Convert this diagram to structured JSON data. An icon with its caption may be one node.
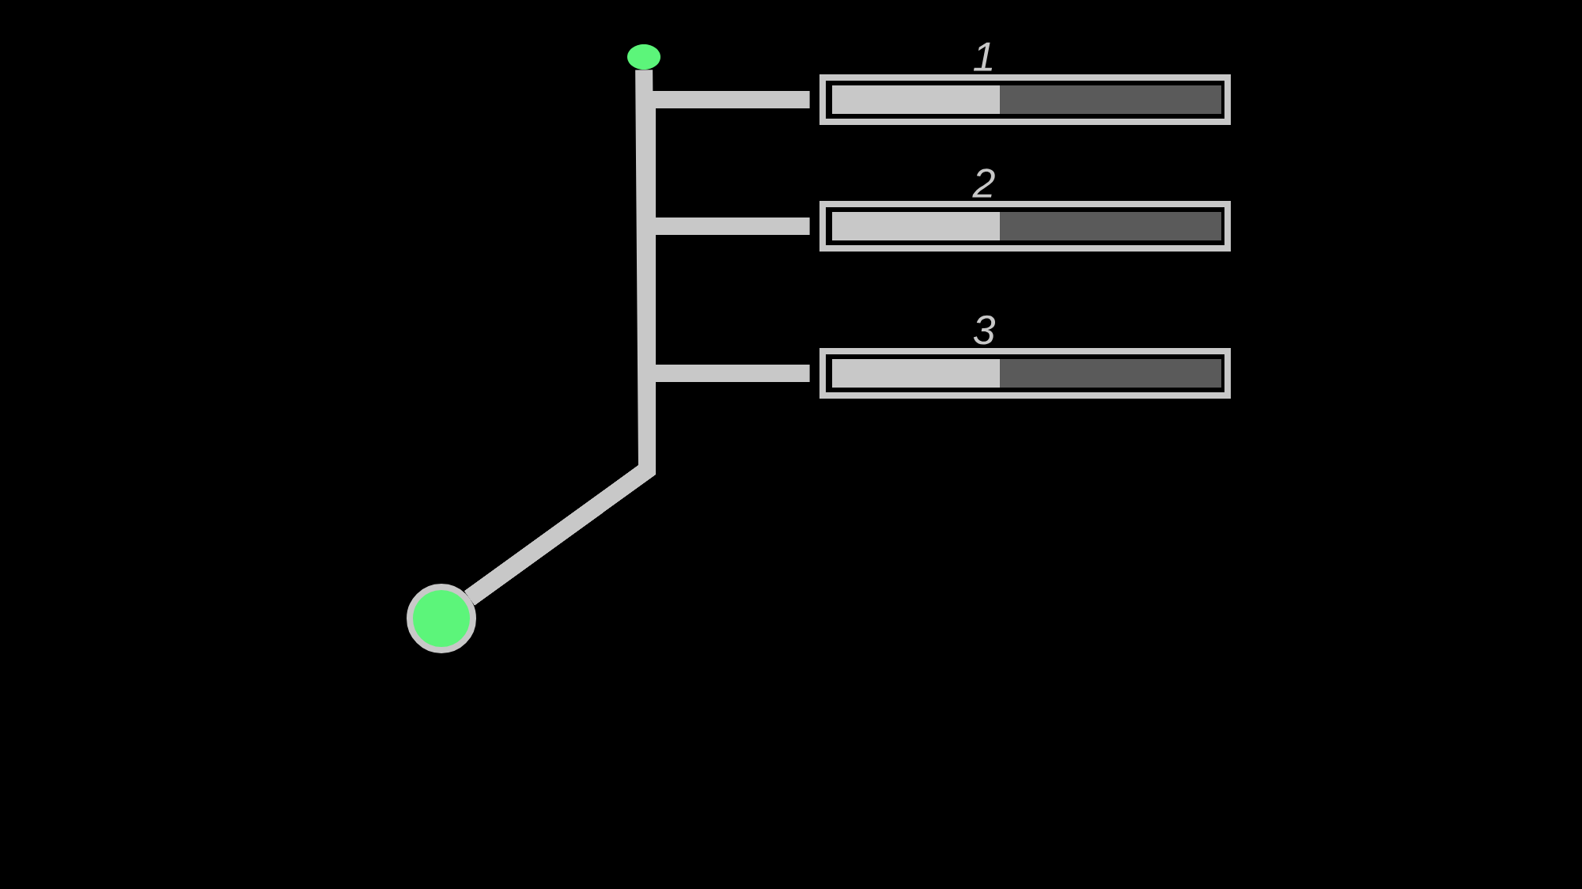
{
  "diagram": {
    "nodes": [
      {
        "text": [],
        "shape": "circle"
      },
      {
        "text": [
          "1"
        ]
      },
      {
        "text": [
          "2"
        ]
      },
      {
        "text": [
          "3"
        ]
      },
      {
        "text": [],
        "shape": "circle"
      }
    ],
    "edges": [
      {
        "from": 4,
        "to": 0,
        "arrow": "none"
      },
      {
        "from": 4,
        "to": 1,
        "arrow": "none"
      },
      {
        "from": 4,
        "to": 2,
        "arrow": "none"
      },
      {
        "from": 4,
        "to": 3,
        "arrow": "none"
      }
    ]
  }
}
